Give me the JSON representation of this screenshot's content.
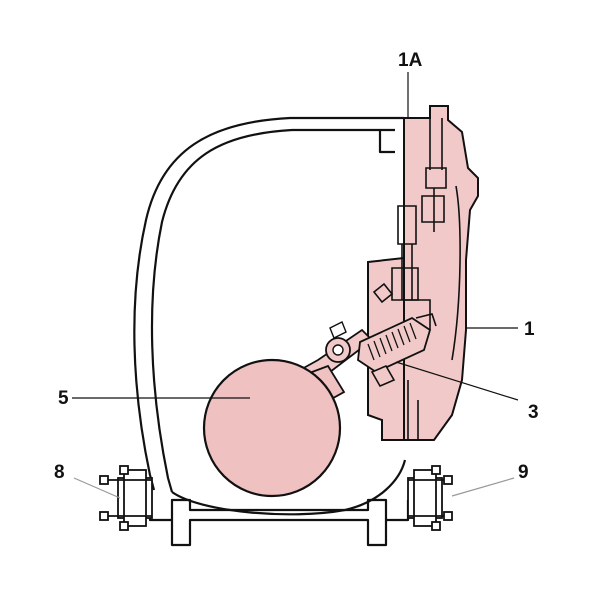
{
  "callouts": {
    "label_1a": "1A",
    "label_1": "1",
    "label_3": "3",
    "label_5": "5",
    "label_8": "8",
    "label_9": "9"
  },
  "colors": {
    "highlight_fill": "#f2c9c9",
    "float_fill": "#f0c1c1",
    "outline": "#111111",
    "leader_line": "#999999",
    "background": "#ffffff"
  },
  "components": [
    "float-trap-body-outline",
    "cover-mechanism-assembly",
    "float-ball",
    "float-lever-arm",
    "valve-seat-spring-assembly",
    "inlet-flange-connection",
    "outlet-flange-connection"
  ]
}
